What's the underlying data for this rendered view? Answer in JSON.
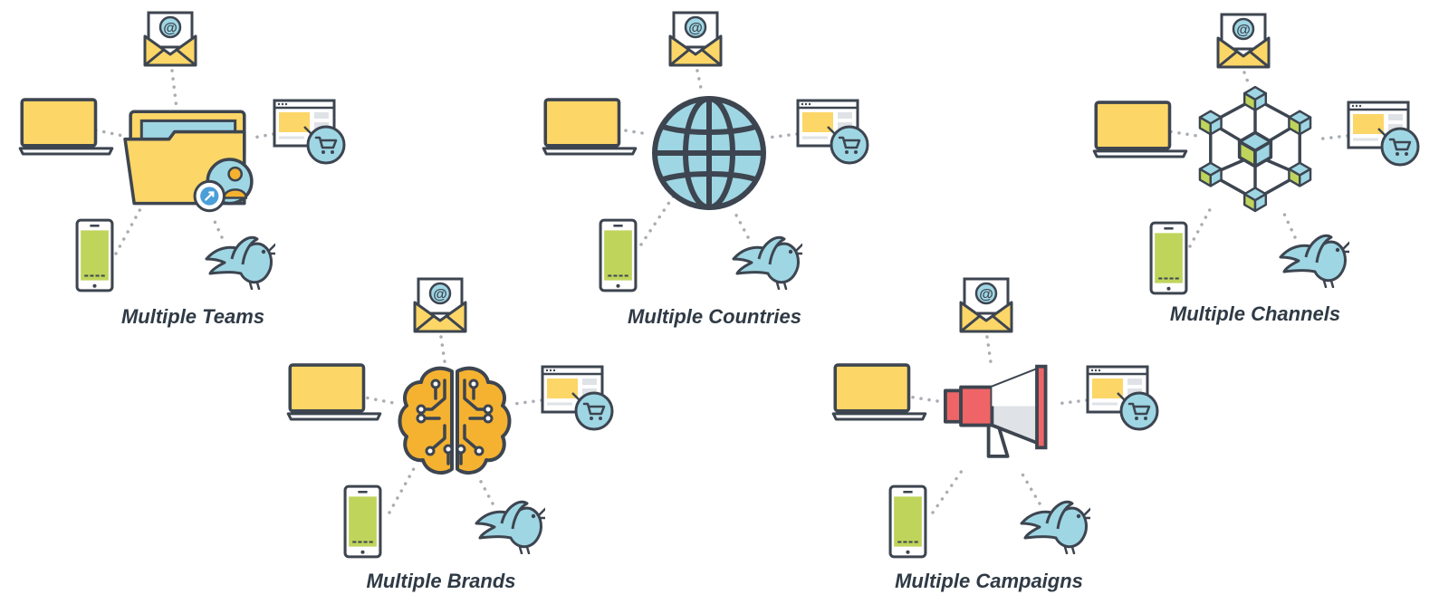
{
  "clusters": [
    {
      "id": "teams",
      "caption": "Multiple Teams",
      "center_icon": "folder-with-user-icon"
    },
    {
      "id": "countries",
      "caption": "Multiple Countries",
      "center_icon": "globe-icon"
    },
    {
      "id": "channels",
      "caption": "Multiple Channels",
      "center_icon": "network-cubes-icon"
    },
    {
      "id": "brands",
      "caption": "Multiple Brands",
      "center_icon": "brain-circuit-icon"
    },
    {
      "id": "campaigns",
      "caption": "Multiple Campaigns",
      "center_icon": "megaphone-icon"
    }
  ],
  "satellite_icons": [
    "email-icon",
    "laptop-icon",
    "web-shop-icon",
    "smartphone-icon",
    "bird-social-icon"
  ],
  "colors": {
    "outline": "#3d4550",
    "yellow": "#fcd667",
    "green": "#bfd45b",
    "blue": "#9fd6e4",
    "orange": "#f5b230",
    "red": "#ef6567",
    "gray": "#dfe2e6",
    "dots": "#a9adb3",
    "text": "#2f3a45"
  }
}
